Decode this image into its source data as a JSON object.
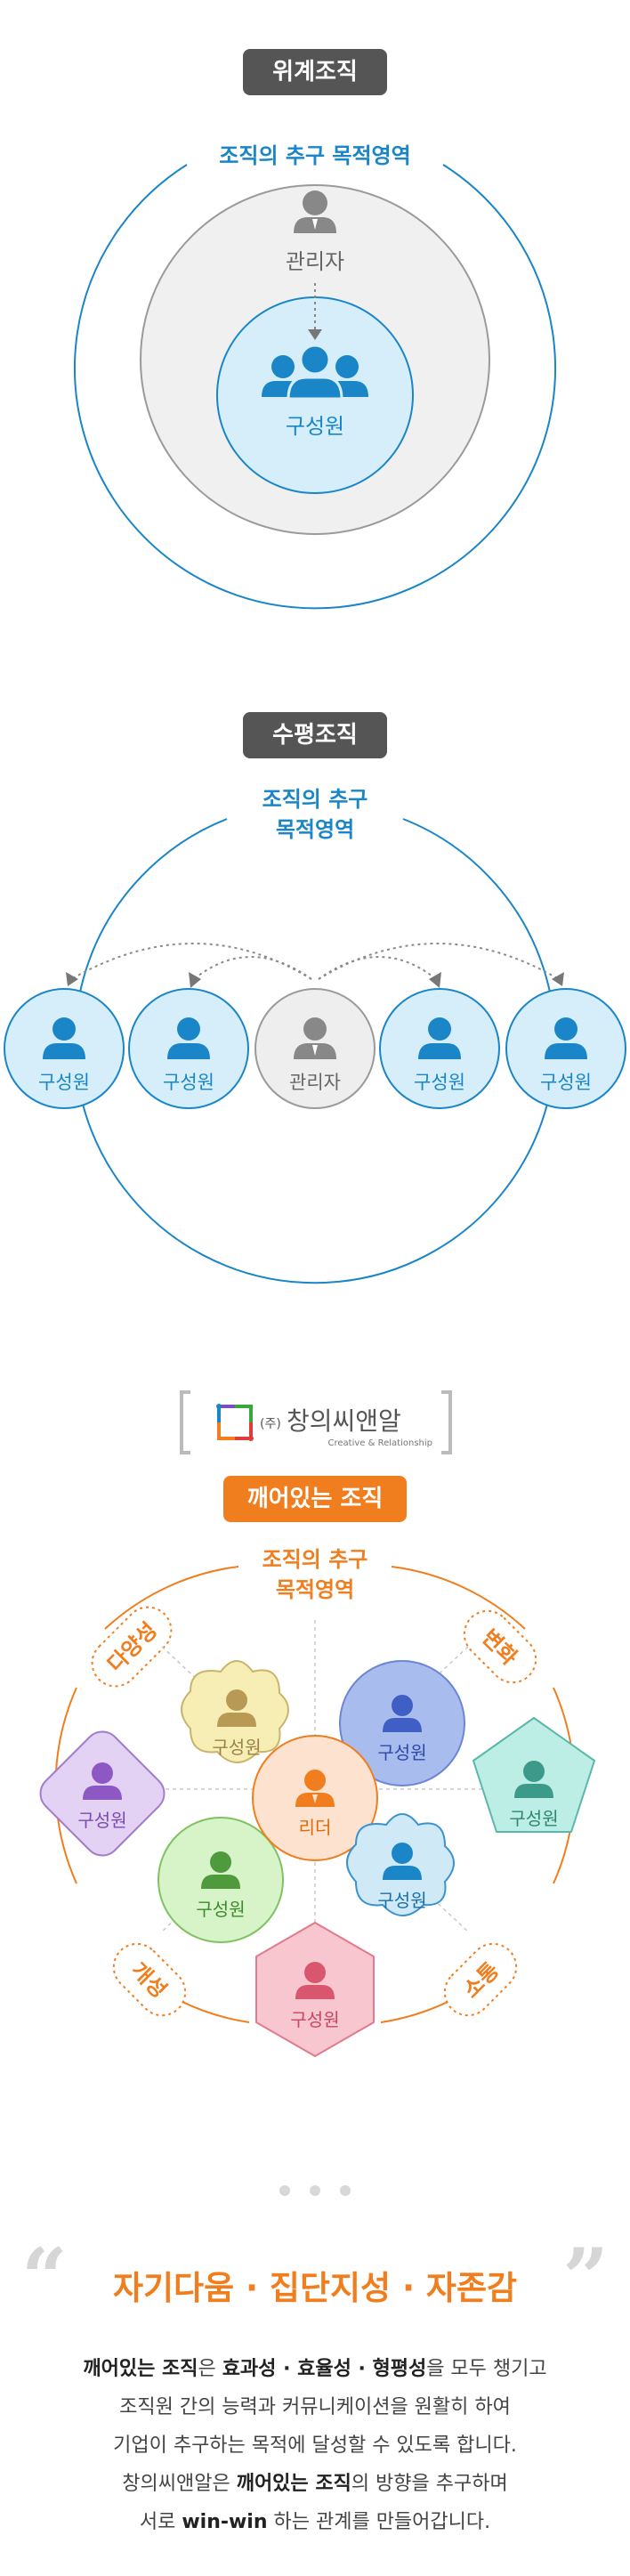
{
  "section1": {
    "pill": "위계조직",
    "arc_title": "조직의 추구 목적영역",
    "manager_label": "관리자",
    "member_label": "구성원"
  },
  "section2": {
    "pill": "수평조직",
    "arc_title_line1": "조직의 추구",
    "arc_title_line2": "목적영역",
    "nodes": [
      {
        "label": "구성원",
        "role": "member"
      },
      {
        "label": "구성원",
        "role": "member"
      },
      {
        "label": "관리자",
        "role": "manager"
      },
      {
        "label": "구성원",
        "role": "member"
      },
      {
        "label": "구성원",
        "role": "member"
      }
    ]
  },
  "logo": {
    "prefix": "(주)",
    "name": "창의씨앤알",
    "tagline": "Creative & Relationship"
  },
  "section3": {
    "pill": "깨어있는 조직",
    "arc_title_line1": "조직의 추구",
    "arc_title_line2": "목적영역",
    "side_labels": [
      "다양성",
      "변화",
      "개성",
      "소통"
    ],
    "leader_label": "리더",
    "members": [
      {
        "label": "구성원",
        "shape": "flower",
        "color": "#f6eeb4"
      },
      {
        "label": "구성원",
        "shape": "circle",
        "color": "#a9bcee"
      },
      {
        "label": "구성원",
        "shape": "diamond",
        "color": "#e4d2f4"
      },
      {
        "label": "구성원",
        "shape": "pentagon",
        "color": "#bdeee6"
      },
      {
        "label": "구성원",
        "shape": "circle",
        "color": "#d7f3c8"
      },
      {
        "label": "구성원",
        "shape": "flower",
        "color": "#cfe9f7"
      },
      {
        "label": "구성원",
        "shape": "hexagon",
        "color": "#f8c6cf"
      }
    ]
  },
  "closing": {
    "headline": "자기다움 · 집단지성 · 자존감",
    "line1_a": "깨어있는 조직",
    "line1_b": "은 ",
    "line1_c": "효과성 · 효율성 · 형평성",
    "line1_d": "을 모두 챙기고",
    "line2": "조직원 간의 능력과 커뮤니케이션을 원활히 하여",
    "line3": "기업이 추구하는 목적에 달성할 수 있도록 합니다.",
    "line4_a": "창의씨앤알은 ",
    "line4_b": "깨어있는 조직",
    "line4_c": "의 방향을 추구하며",
    "line5_a": "서로 ",
    "line5_b": "win-win",
    "line5_c": " 하는 관계를 만들어갑니다."
  },
  "colors": {
    "blue": "#1a86c8",
    "orange": "#f07e1e",
    "grey": "#555555"
  }
}
